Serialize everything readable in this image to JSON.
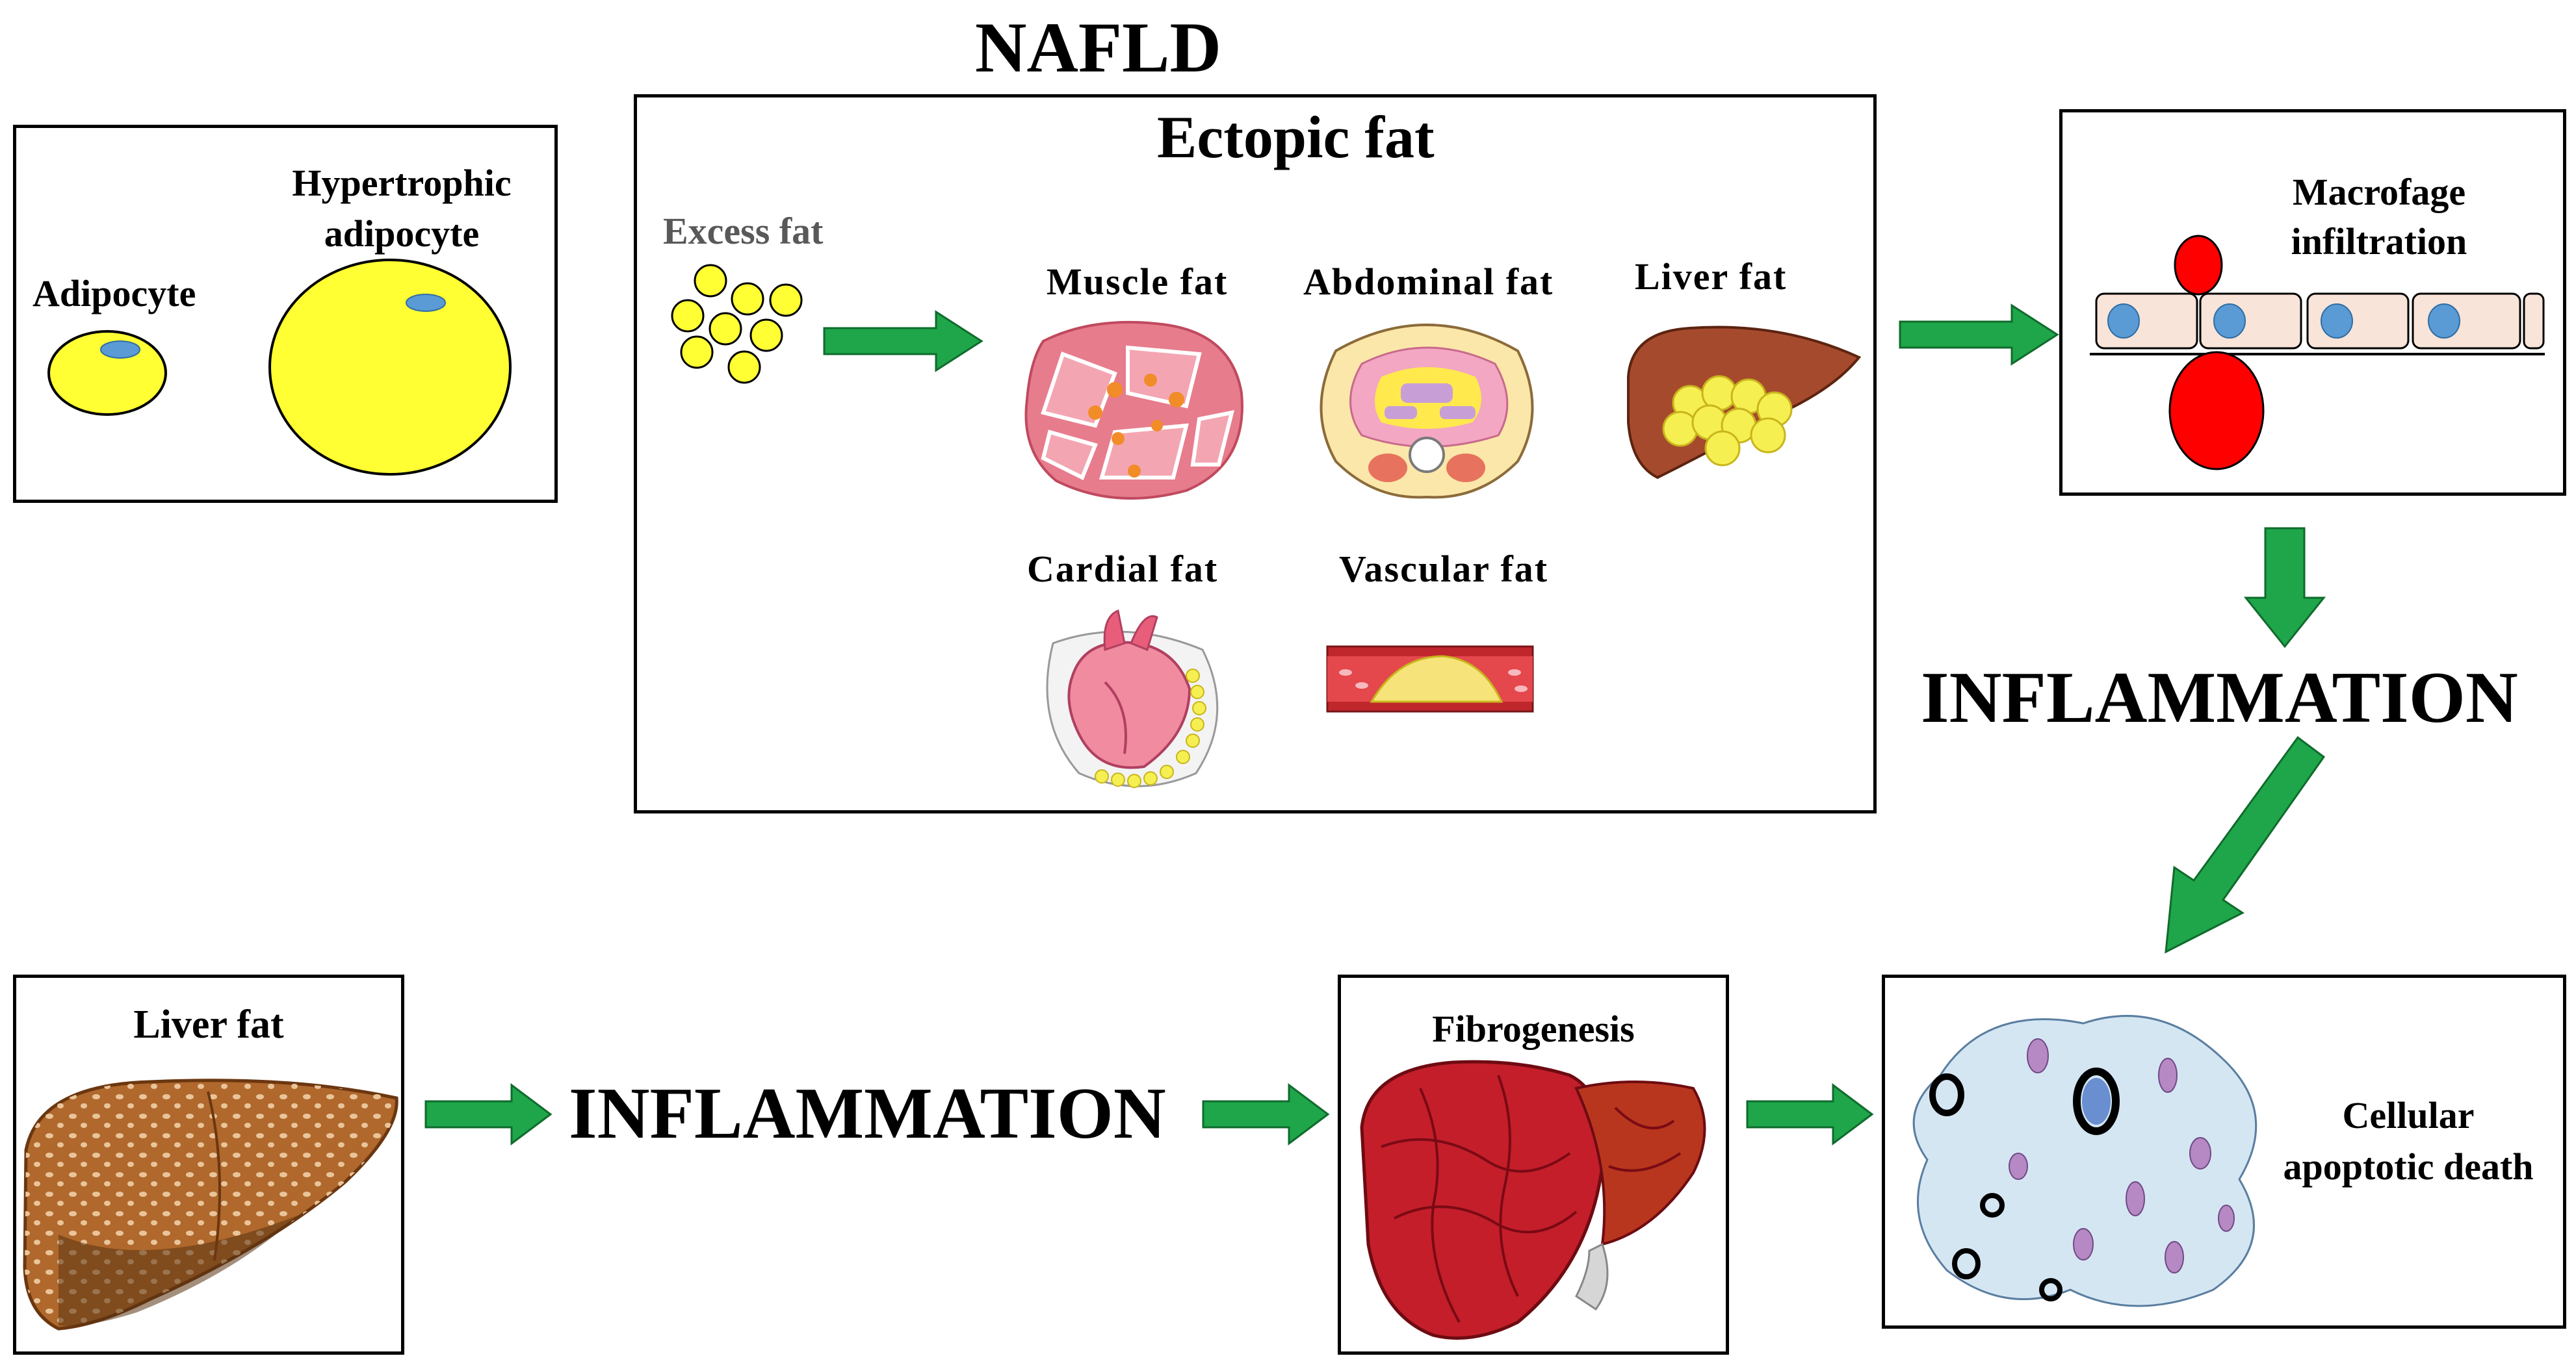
{
  "title": "NAFLD",
  "adipose": {
    "adipocyte": "Adipocyte",
    "hypertrophic_line1": "Hypertrophic",
    "hypertrophic_line2": "adipocyte"
  },
  "ectopic": {
    "title": "Ectopic fat",
    "excess_fat": "Excess fat",
    "muscle_fat": "Muscle fat",
    "abdominal_fat": "Abdominal fat",
    "liver_fat": "Liver fat",
    "cardial_fat": "Cardial fat",
    "vascular_fat": "Vascular fat"
  },
  "macrophage": {
    "line1": "Macrofage",
    "line2": "infiltration"
  },
  "inflammation_right": "INFLAMMATION",
  "bottom": {
    "liver_fat": "Liver fat",
    "inflammation": "INFLAMMATION",
    "fibrogenesis": "Fibrogenesis",
    "cellular_line1": "Cellular",
    "cellular_line2": "apoptotic death"
  },
  "colors": {
    "arrow_green": "#1fa64a",
    "fat_yellow": "#ffff33",
    "nucleus_blue": "#5b9bd5",
    "macrophage_red": "#ff0000",
    "cell_pink": "#f8e4d8"
  }
}
